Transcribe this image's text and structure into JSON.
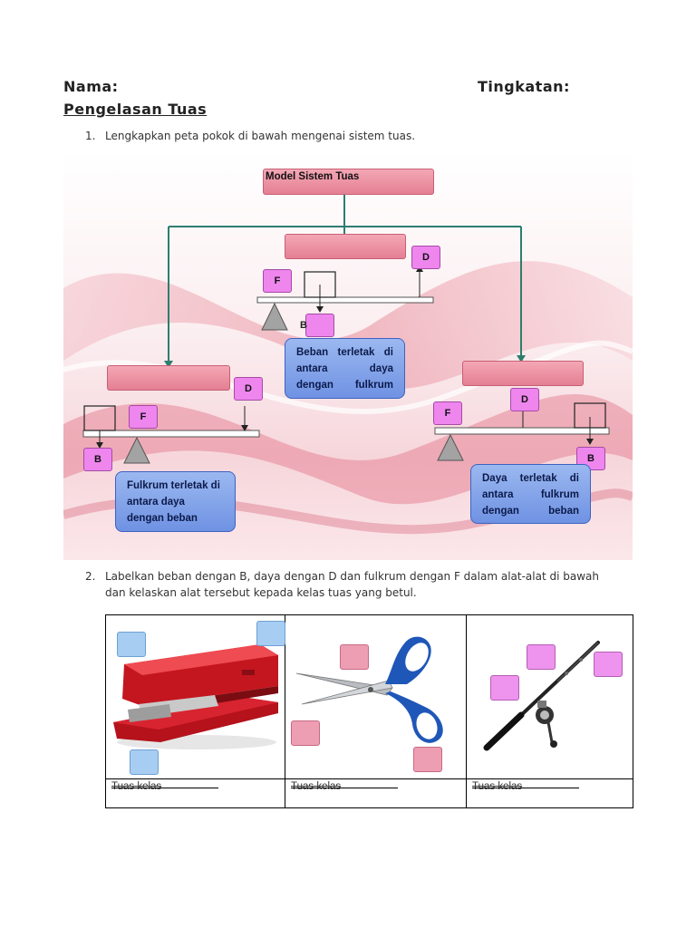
{
  "header": {
    "name_label": "Nama:",
    "form_label": "Tingkatan:",
    "title": "Pengelasan Tuas"
  },
  "question1": {
    "number": "1.",
    "text": "Lengkapkan peta pokok di bawah mengenai sistem tuas."
  },
  "diagram": {
    "root_label": "Model Sistem Tuas",
    "labels": {
      "F": "F",
      "D": "D",
      "B": "B"
    },
    "center_desc": "Beban terletak di antara daya dengan fulkrum",
    "left_desc": "Fulkrum terletak di antara daya dengan beban",
    "right_desc": "Daya terletak di antara fulkrum dengan beban",
    "colors": {
      "pink_box": "#ee8a9c",
      "magenta_label": "#ee86ee",
      "blue_box": "#7f9fe8",
      "connector": "#2e7d6e"
    }
  },
  "question2": {
    "number": "2.",
    "text_line1": "Labelkan beban dengan B, daya dengan D dan fulkrum dengan F dalam alat-alat di bawah",
    "text_line2": "dan kelaskan alat tersebut kepada kelas tuas yang betul."
  },
  "tools": [
    {
      "name": "stapler-icon",
      "class_label": "Tuas kelas"
    },
    {
      "name": "scissors-icon",
      "class_label": "Tuas kelas"
    },
    {
      "name": "fishing-rod-icon",
      "class_label": "Tuas kelas"
    }
  ]
}
